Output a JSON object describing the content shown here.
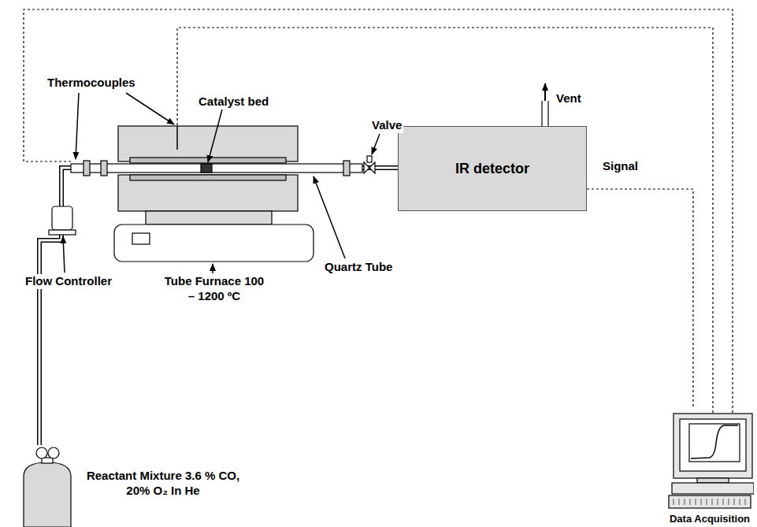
{
  "diagram": {
    "nodes": [
      {
        "text": [
          "Reactant Mixture 3.6 % CO, 20% O₂ In He"
        ]
      },
      {
        "text": [
          "IR detector"
        ]
      },
      {
        "text": [
          "Data Acquisition"
        ]
      }
    ],
    "edges": [
      {
        "from": 0,
        "to": 1,
        "arrow": "none"
      },
      {
        "from": 1,
        "to": 2,
        "label": "Signal",
        "arrow": "none"
      }
    ],
    "labels": [
      "Thermocouples",
      "Catalyst bed",
      "Valve",
      "Vent",
      "Quartz Tube",
      "Flow Controller",
      "Tube Furnace 100 – 1200 ºC"
    ]
  }
}
